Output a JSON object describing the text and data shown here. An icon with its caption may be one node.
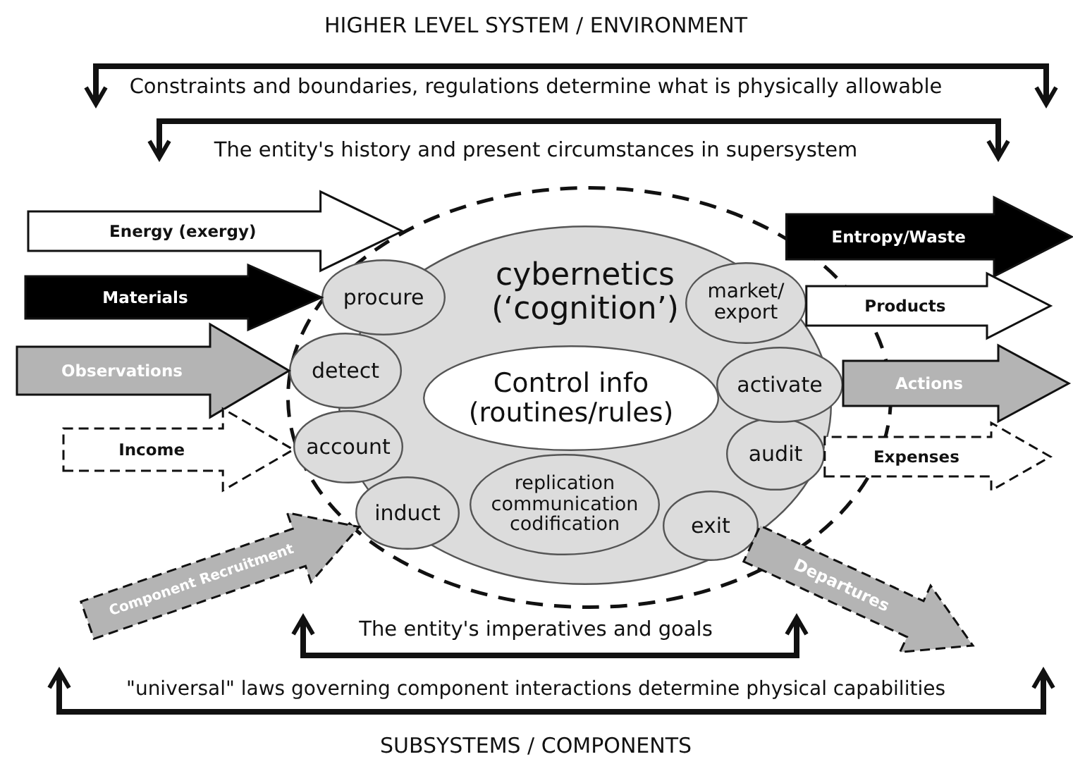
{
  "diagram": {
    "title": "HIGHER LEVEL SYSTEM / ENVIRONMENT",
    "nodes": [
      {
        "text": [],
        "shape": "circle"
      },
      {
        "text": [
          "cybernetics (‘cognition’)"
        ],
        "in": 0
      },
      {
        "text": [
          "Control info (routines/rules)"
        ],
        "in": 1
      },
      {
        "text": [
          "procure"
        ],
        "in": 0
      },
      {
        "text": [
          "detect"
        ],
        "in": 0
      },
      {
        "text": [
          "account"
        ],
        "in": 0
      },
      {
        "text": [
          "induct"
        ],
        "in": 1
      },
      {
        "text": [
          "replication communication codification"
        ],
        "in": 1
      },
      {
        "text": [
          "exit"
        ],
        "in": 1
      },
      {
        "text": [
          "audit"
        ],
        "in": 1
      },
      {
        "text": [
          "activate"
        ],
        "in": 0
      },
      {
        "text": [
          "market/ export"
        ],
        "in": 1
      }
    ],
    "edges": [
      {
        "from": null,
        "to": 0,
        "arrow": "to",
        "label": "Energy (exergy)"
      },
      {
        "from": null,
        "to": 3,
        "arrow": "to",
        "label": "Materials",
        "color": "#000000"
      },
      {
        "from": null,
        "to": 4,
        "arrow": "to",
        "label": "Observations",
        "color": "#b4b4b4"
      },
      {
        "from": null,
        "to": 5,
        "arrow": "to",
        "label": "Income",
        "style": "dashed"
      },
      {
        "from": null,
        "to": 6,
        "arrow": "to",
        "label": "Component Recruitment",
        "style": "dashed",
        "color": "#b4b4b4"
      },
      {
        "from": 0,
        "to": null,
        "arrow": "to",
        "label": "Entropy/Waste",
        "color": "#000000"
      },
      {
        "from": 11,
        "to": null,
        "arrow": "to",
        "label": "Products"
      },
      {
        "from": 10,
        "to": null,
        "arrow": "to",
        "label": "Actions",
        "color": "#b4b4b4"
      },
      {
        "from": 9,
        "to": null,
        "arrow": "to",
        "label": "Expenses",
        "style": "dashed"
      },
      {
        "from": 8,
        "to": null,
        "arrow": "to",
        "label": "Departures",
        "style": "dashed",
        "color": "#b4b4b4"
      }
    ],
    "labels": [
      "Constraints and boundaries, regulations determine what is physically allowable",
      "The entity's history and present circumstances in supersystem",
      "The entity's imperatives and goals",
      "\"universal\" laws governing component interactions determine physical capabilities",
      "SUBSYSTEMS / COMPONENTS"
    ]
  }
}
